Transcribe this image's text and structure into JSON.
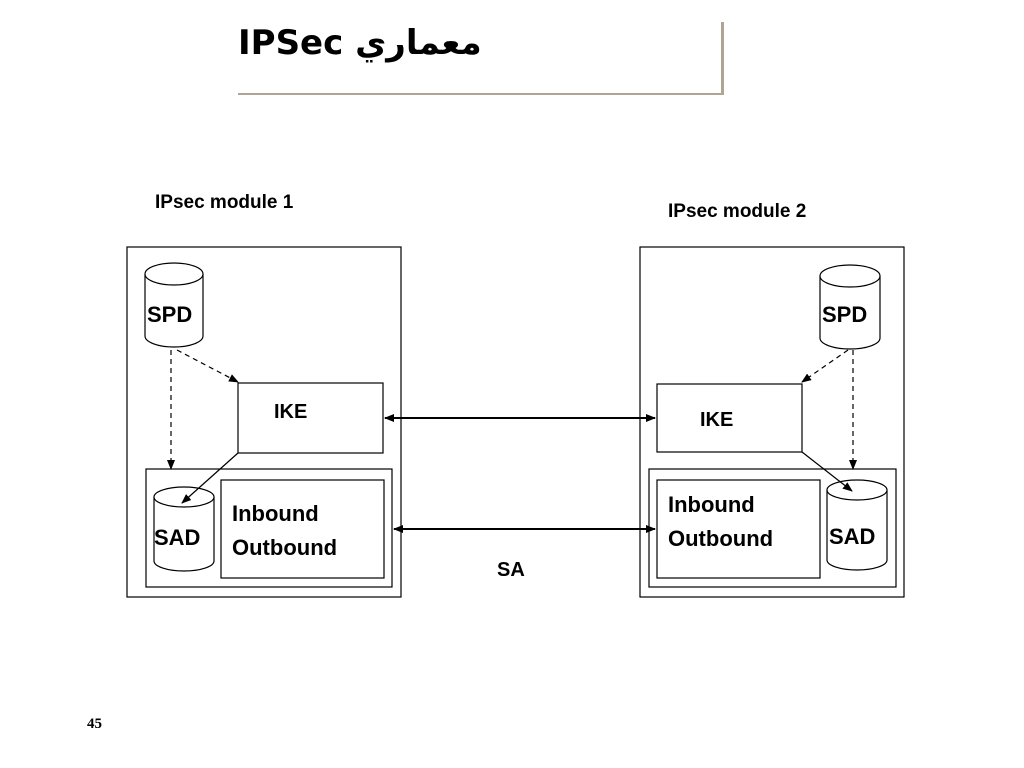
{
  "slide": {
    "title": "معماري IPSec",
    "page_number": "45"
  },
  "diagram": {
    "module_left": {
      "label": "IPsec module 1",
      "spd": "SPD",
      "ike": "IKE",
      "sad": "SAD",
      "inbound": "Inbound",
      "outbound": "Outbound"
    },
    "module_right": {
      "label": "IPsec module 2",
      "spd": "SPD",
      "ike": "IKE",
      "sad": "SAD",
      "inbound": "Inbound",
      "outbound": "Outbound"
    },
    "sa_label": "SA"
  },
  "colors": {
    "title_rule": "#b0a595",
    "stroke": "#000000"
  }
}
